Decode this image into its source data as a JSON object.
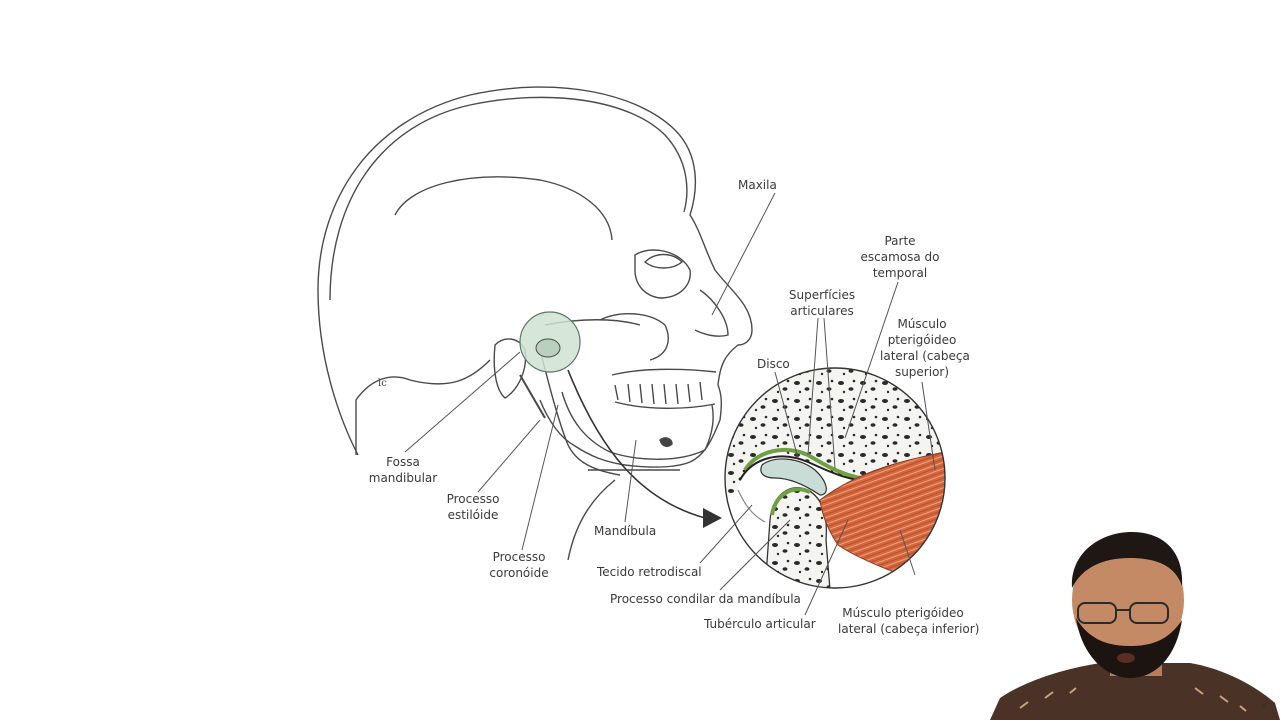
{
  "labels": {
    "maxila": "Maxila",
    "parte_escamosa": [
      "Parte",
      "escamosa do",
      "temporal"
    ],
    "superficies": [
      "Superfícies",
      "articulares"
    ],
    "musculo_superior": [
      "Músculo",
      "pterigóideo",
      "lateral (cabeça",
      "superior)"
    ],
    "disco": "Disco",
    "fossa": [
      "Fossa",
      "mandibular"
    ],
    "processo_estiloide": [
      "Processo",
      "estilóide"
    ],
    "processo_coronoide": [
      "Processo",
      "coronóide"
    ],
    "mandibula": "Mandíbula",
    "tecido": "Tecido retrodiscal",
    "processo_condilar": "Processo condilar da mandíbula",
    "tuberculo": "Tubérculo articular",
    "musculo_inferior": [
      "Músculo pterigóideo",
      "lateral (cabeça inferior)"
    ]
  },
  "colors": {
    "line": "#3f3f3f",
    "joint_highlight": "#cfe3d3",
    "cartilage": "#6fa043",
    "disc": "#c9ddd6",
    "muscle": "#d4673f",
    "bone_texture": "#2a2a2a"
  },
  "webcam": {
    "overlay": "webcam-person"
  }
}
